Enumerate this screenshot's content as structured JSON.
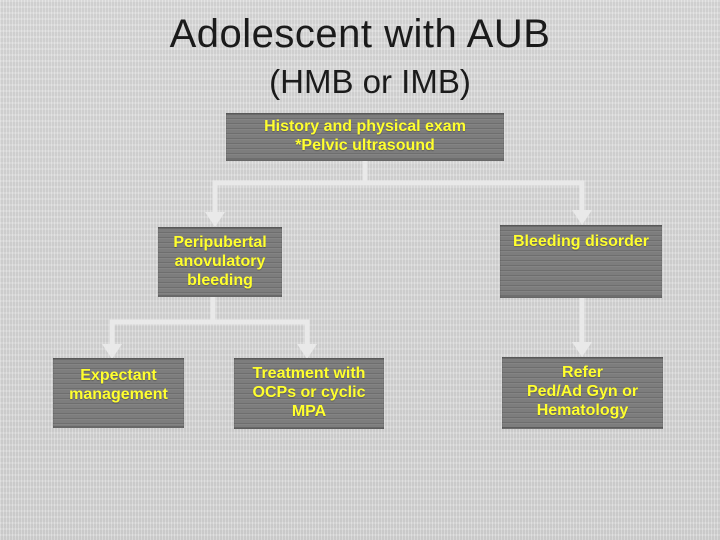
{
  "slide": {
    "title": "Adolescent with AUB",
    "subtitle": "(HMB or IMB)"
  },
  "flowchart": {
    "boxes": {
      "root": "History and physical exam\n*Pelvic ultrasound",
      "peripubertal": "Peripubertal\nanovulatory\nbleeding",
      "bleeding_disorder": "Bleeding disorder",
      "expectant": "Expectant\nmanagement",
      "treatment": "Treatment with\nOCPs or cyclic\nMPA",
      "refer": "Refer\nPed/Ad Gyn or\nHematology"
    },
    "edges": [
      "root -> peripubertal",
      "root -> bleeding_disorder",
      "peripubertal -> expectant",
      "peripubertal -> treatment",
      "bleeding_disorder -> refer"
    ]
  },
  "colors": {
    "background": "#d6d6d6",
    "box_fill": "#7d7d7d",
    "box_text": "#ffff2e",
    "title_text": "#1b1b1b",
    "connector": "#e9e9e9"
  }
}
